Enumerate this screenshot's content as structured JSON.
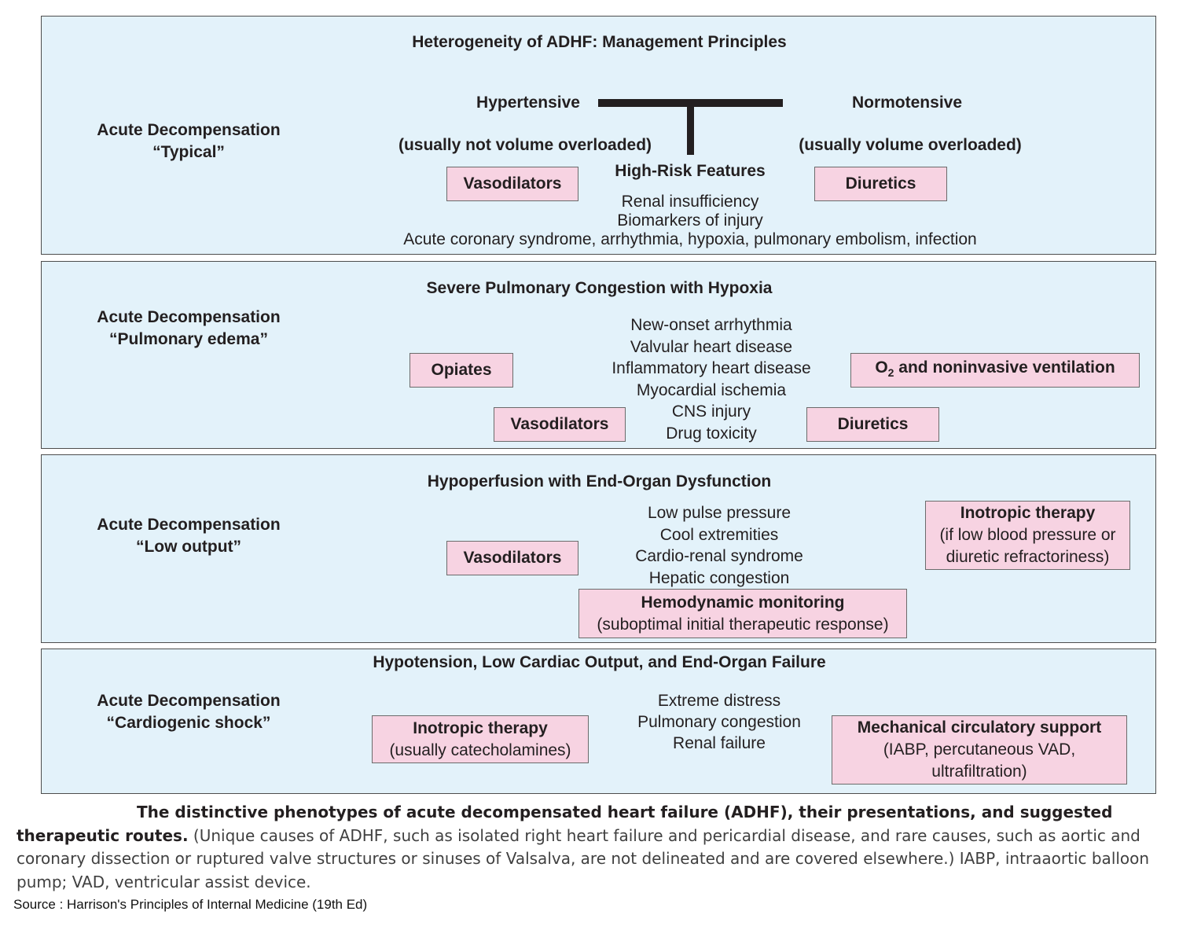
{
  "panel1": {
    "title": "Heterogeneity of ADHF: Management Principles",
    "side_line1": "Acute Decompensation",
    "side_line2": "“Typical”",
    "left_heading": "Hypertensive",
    "left_sub": "(usually not volume overloaded)",
    "right_heading": "Normotensive",
    "right_sub": "(usually volume overloaded)",
    "center_heading": "High-Risk Features",
    "features": [
      "Renal insufficiency",
      "Biomarkers of injury",
      "Acute coronary syndrome, arrhythmia, hypoxia, pulmonary embolism, infection"
    ],
    "box_left": "Vasodilators",
    "box_right": "Diuretics"
  },
  "panel2": {
    "title": "Severe Pulmonary Congestion with Hypoxia",
    "side_line1": "Acute Decompensation",
    "side_line2": "“Pulmonary edema”",
    "features": [
      "New-onset arrhythmia",
      "Valvular heart disease",
      "Inflammatory heart disease",
      "Myocardial ischemia",
      "CNS injury",
      "Drug toxicity"
    ],
    "box_opiates": "Opiates",
    "box_o2_pre": "O",
    "box_o2_sub": "2",
    "box_o2_post": " and noninvasive ventilation",
    "box_vasodilators": "Vasodilators",
    "box_diuretics": "Diuretics"
  },
  "panel3": {
    "title": "Hypoperfusion with End-Organ Dysfunction",
    "side_line1": "Acute Decompensation",
    "side_line2": "“Low output”",
    "features": [
      "Low pulse pressure",
      "Cool extremities",
      "Cardio-renal syndrome",
      "Hepatic congestion"
    ],
    "box_vasodilators": "Vasodilators",
    "box_inotropic_heading": "Inotropic therapy",
    "box_inotropic_line1": "(if low blood pressure or",
    "box_inotropic_line2": "diuretic refractoriness)",
    "box_hemo_heading": "Hemodynamic monitoring",
    "box_hemo_line": "(suboptimal initial therapeutic response)"
  },
  "panel4": {
    "title": "Hypotension, Low Cardiac Output, and End-Organ Failure",
    "side_line1": "Acute Decompensation",
    "side_line2": "“Cardiogenic shock”",
    "features": [
      "Extreme distress",
      "Pulmonary congestion",
      "Renal failure"
    ],
    "box_inotropic_heading": "Inotropic therapy",
    "box_inotropic_line": "(usually catecholamines)",
    "box_mcs_heading": "Mechanical circulatory support",
    "box_mcs_line1": "(IABP, percutaneous VAD,",
    "box_mcs_line2": "ultrafiltration)"
  },
  "caption": {
    "bold": "The distinctive phenotypes of acute decompensated heart failure (ADHF), their presentations, and suggested therapeutic routes.",
    "text": "(Unique causes of ADHF, such as isolated right heart failure and pericardial disease, and rare causes, such as aortic and coronary dissection or ruptured valve structures or sinuses of Valsalva, are not delineated and are covered elsewhere.) IABP, intraaortic balloon pump; VAD, ventricular assist device."
  },
  "source": "Source : Harrison's Principles of Internal Medicine (19th Ed)"
}
